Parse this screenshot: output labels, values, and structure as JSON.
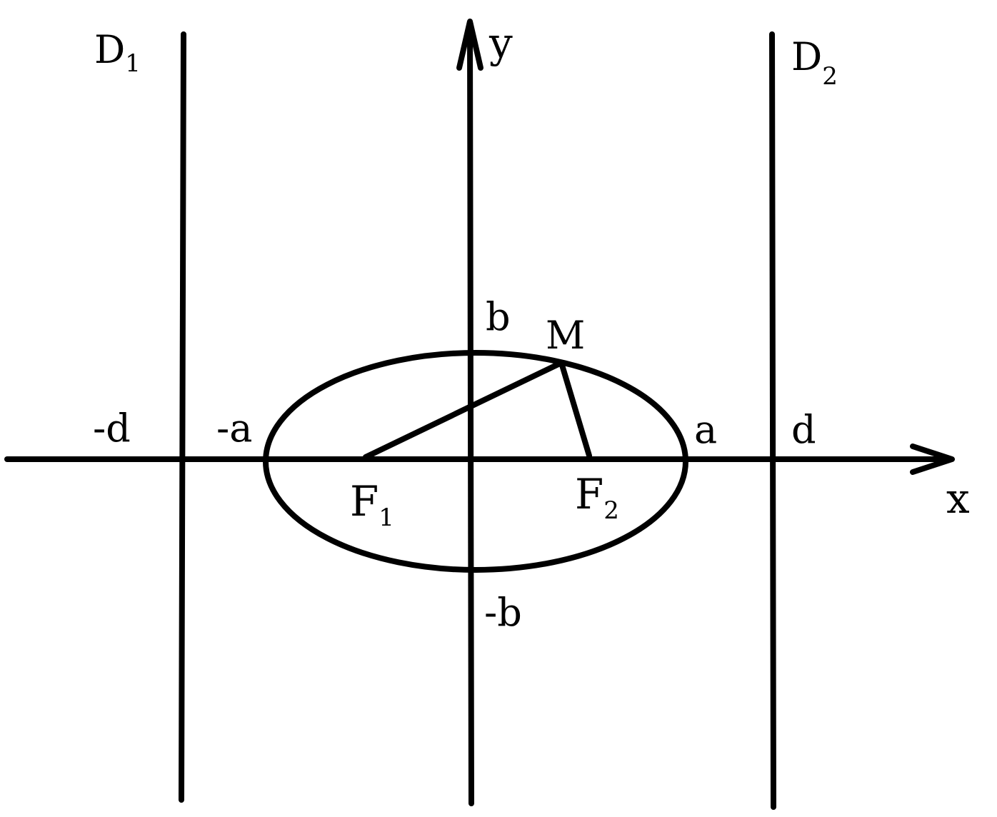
{
  "diagram": {
    "axes": {
      "x_label": "x",
      "y_label": "y"
    },
    "directrices": {
      "left_label": "D",
      "left_subscript": "1",
      "right_label": "D",
      "right_subscript": "2"
    },
    "ticks": {
      "neg_d": "-d",
      "neg_a": "-a",
      "pos_a": "a",
      "pos_d": "d",
      "pos_b": "b",
      "neg_b": "-b"
    },
    "foci": {
      "f1_label": "F",
      "f1_subscript": "1",
      "f2_label": "F",
      "f2_subscript": "2"
    },
    "point_label": "M",
    "stroke_color": "#000000",
    "background_color": "#ffffff"
  }
}
